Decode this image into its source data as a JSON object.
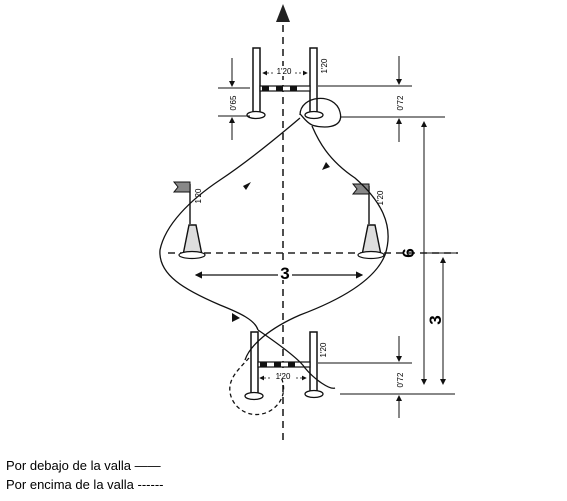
{
  "labels": {
    "top_gate_width": "1'20",
    "bottom_gate_width": "1'20",
    "top_pole_height": "1'20",
    "bottom_pole_height": "1'20",
    "left_flag_height": "1'20",
    "right_flag_height": "1'20",
    "top_bar_height": "0'65",
    "top_right_height": "0'72",
    "bottom_right_height": "0'72",
    "cone_distance": "3",
    "total_length": "6",
    "half_length": "3"
  },
  "legend": {
    "under": "Por debajo de la valla ——",
    "over": "Por encima de la valla ------"
  }
}
